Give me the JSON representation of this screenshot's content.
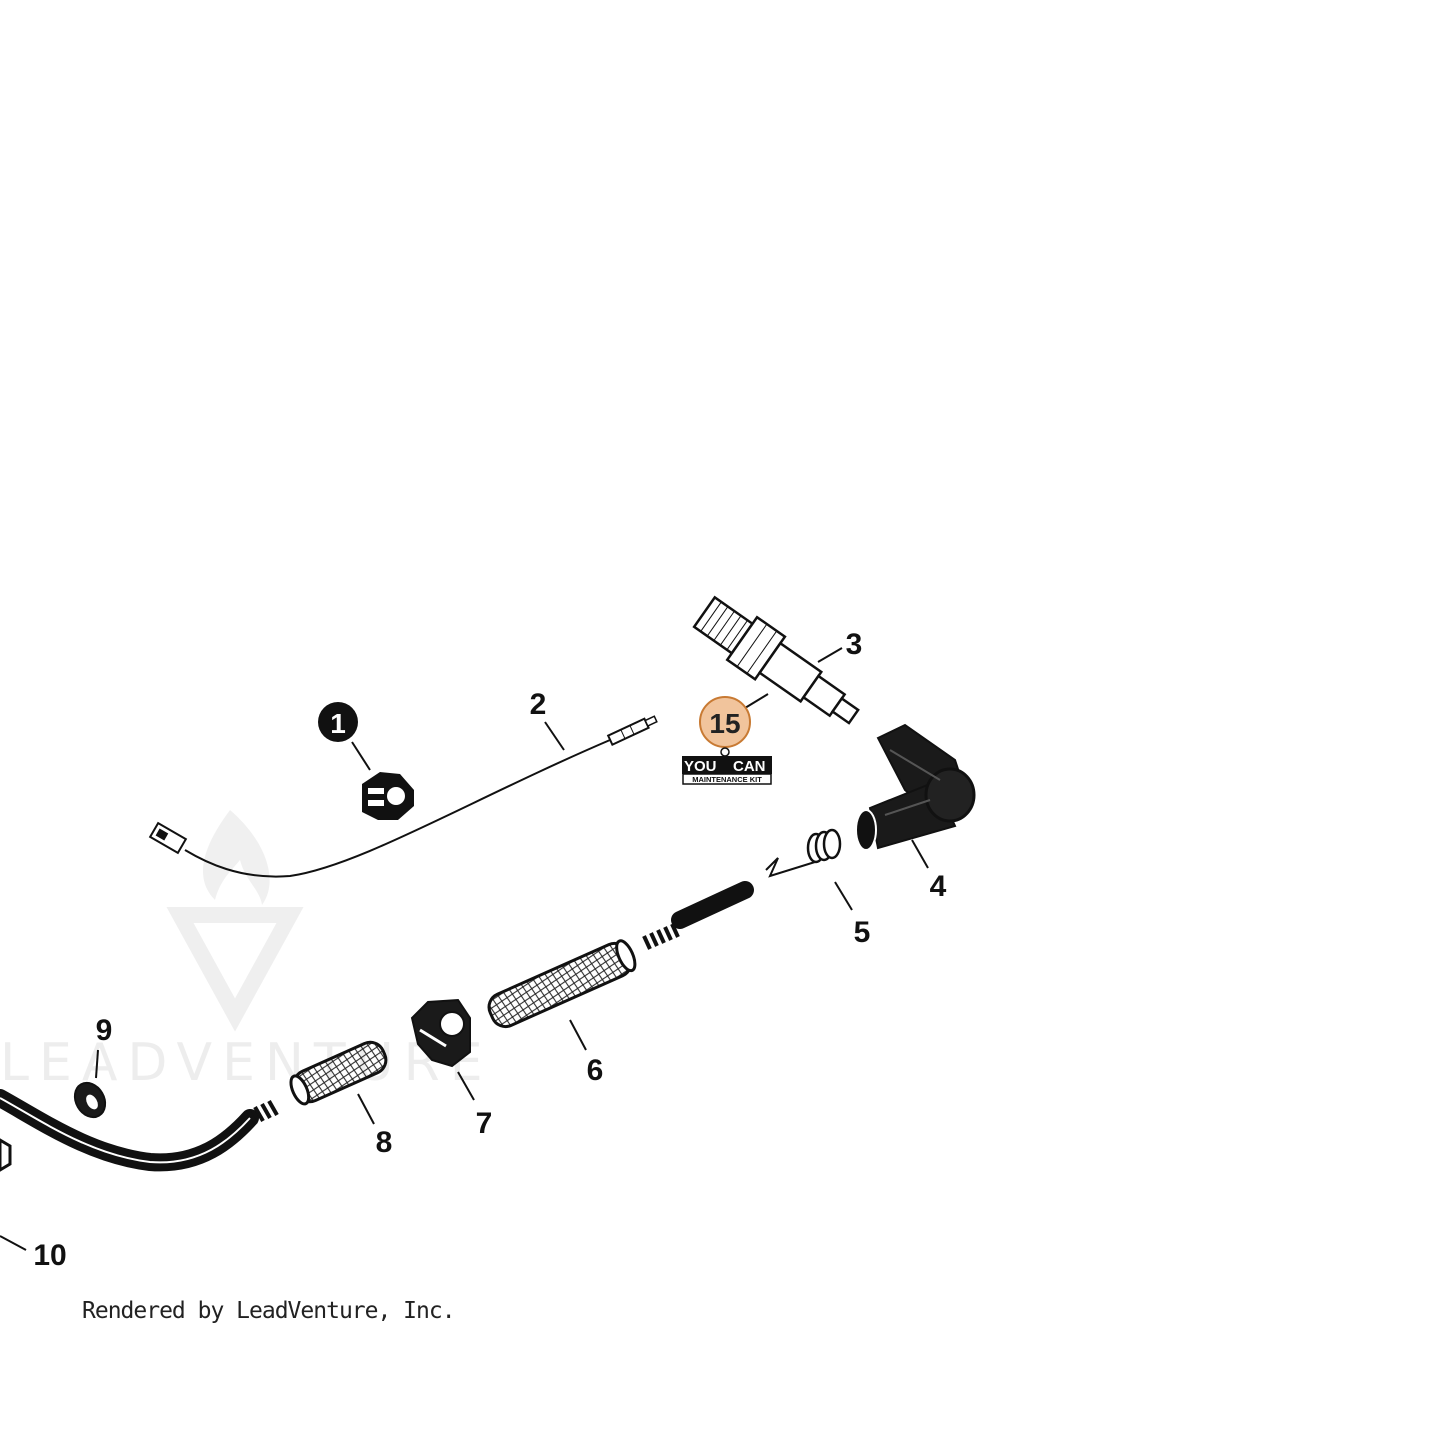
{
  "watermark": {
    "text": "LEADVENTURE"
  },
  "callouts": {
    "c1": "1",
    "c2": "2",
    "c3": "3",
    "c4": "4",
    "c5": "5",
    "c6": "6",
    "c7": "7",
    "c8": "8",
    "c9": "9",
    "c10": "10",
    "c15": "15"
  },
  "kit_badge": {
    "line1_left": "YOU",
    "line1_right": "CAN",
    "line2": "MAINTENANCE KIT"
  },
  "credit": "Rendered by LeadVenture, Inc.",
  "colors": {
    "ink": "#111111",
    "badge_fill": "#f1c49c",
    "badge_ring": "#c87a33",
    "watermark": "#ececec"
  }
}
